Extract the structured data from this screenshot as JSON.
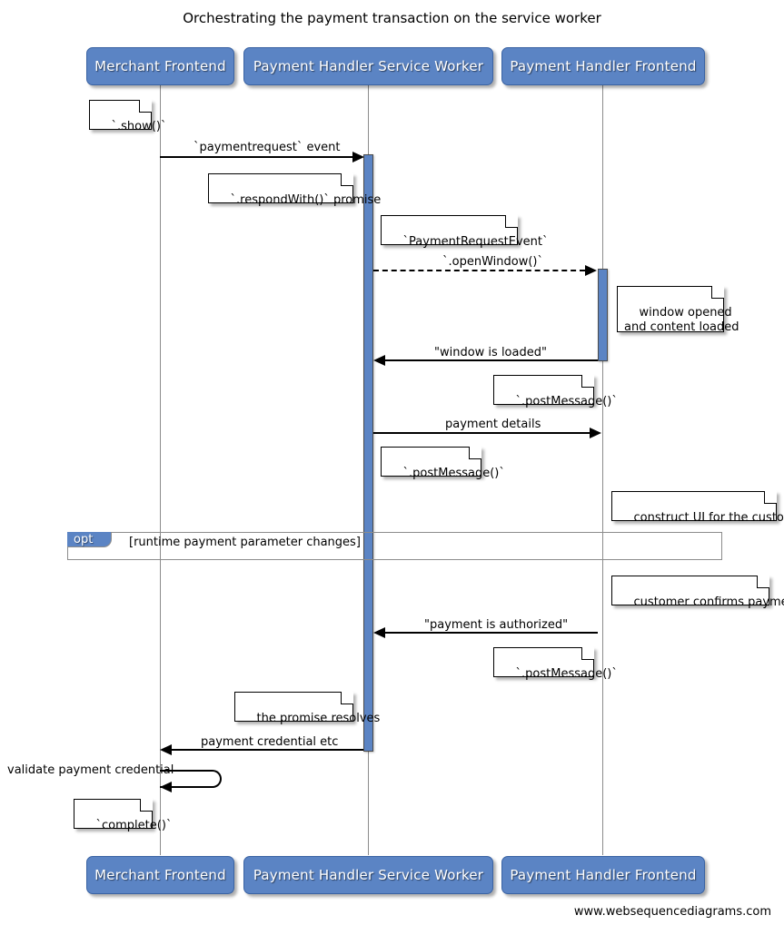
{
  "title": "Orchestrating the payment transaction on the service worker",
  "footer": "www.websequencediagrams.com",
  "colors": {
    "participant_fill": "#5B84C4",
    "participant_text": "#FFFFFF",
    "activation_fill": "#5B84C4",
    "lifeline": "#8C8C8C",
    "arrow": "#000000",
    "note_fill": "#FFFFFF",
    "background": "#FFFFFF"
  },
  "participants": [
    {
      "id": "merchant-frontend",
      "label": "Merchant Frontend"
    },
    {
      "id": "payment-handler-service-worker",
      "label": "Payment Handler Service Worker"
    },
    {
      "id": "payment-handler-frontend",
      "label": "Payment Handler Frontend"
    }
  ],
  "messages": [
    {
      "id": "paymentrequest-event",
      "label": "`paymentrequest` event",
      "from": "merchant-frontend",
      "to": "payment-handler-service-worker",
      "style": "solid",
      "direction": "right"
    },
    {
      "id": "openwindow",
      "label": "`.openWindow()`",
      "from": "payment-handler-service-worker",
      "to": "payment-handler-frontend",
      "style": "dashed",
      "direction": "right"
    },
    {
      "id": "window-is-loaded",
      "label": "\"window is loaded\"",
      "from": "payment-handler-frontend",
      "to": "payment-handler-service-worker",
      "style": "solid",
      "direction": "left"
    },
    {
      "id": "payment-details",
      "label": "payment details",
      "from": "payment-handler-service-worker",
      "to": "payment-handler-frontend",
      "style": "solid",
      "direction": "right"
    },
    {
      "id": "payment-is-authorized",
      "label": "\"payment is authorized\"",
      "from": "payment-handler-frontend",
      "to": "payment-handler-service-worker",
      "style": "solid",
      "direction": "left"
    },
    {
      "id": "payment-credential-etc",
      "label": "payment credential etc",
      "from": "payment-handler-service-worker",
      "to": "merchant-frontend",
      "style": "solid",
      "direction": "left"
    },
    {
      "id": "validate-payment-credential",
      "label": "validate payment credential",
      "from": "merchant-frontend",
      "to": "merchant-frontend",
      "style": "self",
      "direction": "left"
    }
  ],
  "notes": [
    {
      "id": "note-show",
      "text": "`.show()`"
    },
    {
      "id": "note-respondwith-promise",
      "text": "`.respondWith()` promise"
    },
    {
      "id": "note-paymentrequestevent",
      "text": "`PaymentRequestEvent`"
    },
    {
      "id": "note-window-opened",
      "text": "window opened\nand content loaded"
    },
    {
      "id": "note-postmessage-1",
      "text": "`.postMessage()`"
    },
    {
      "id": "note-postmessage-2",
      "text": "`.postMessage()`"
    },
    {
      "id": "note-construct-ui",
      "text": "construct UI for the customer"
    },
    {
      "id": "note-customer-confirms",
      "text": "customer confirms payment"
    },
    {
      "id": "note-postmessage-3",
      "text": "`.postMessage()`"
    },
    {
      "id": "note-promise-resolves",
      "text": "the promise resolves"
    },
    {
      "id": "note-complete",
      "text": "`complete()`"
    }
  ],
  "fragment": {
    "id": "opt-fragment",
    "operator": "opt",
    "condition": "[runtime payment parameter changes]"
  }
}
